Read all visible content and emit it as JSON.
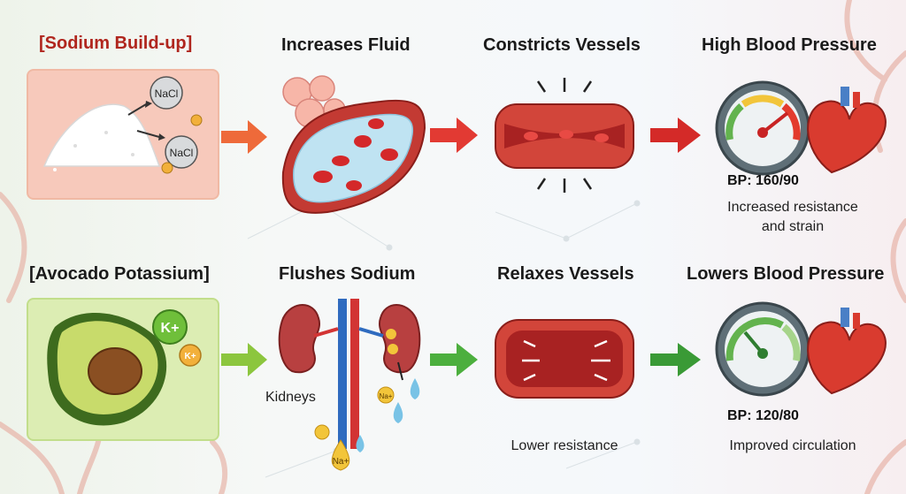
{
  "top_row": {
    "step1_title": "[Sodium Build-up]",
    "step2_title": "Increases Fluid",
    "step3_title": "Constricts Vessels",
    "step4_title": "High Blood Pressure",
    "molecule_1": "NaCl",
    "molecule_2": "NaCl",
    "bp_reading": "BP: 160/90",
    "outcome_line1": "Increased resistance",
    "outcome_line2": "and strain"
  },
  "bottom_row": {
    "step1_title": "[Avocado Potassium]",
    "step2_title": "Flushes Sodium",
    "step3_title": "Relaxes Vessels",
    "step4_title": "Lowers Blood Pressure",
    "ion_big": "K+",
    "ion_small": "K+",
    "kidneys_label": "Kidneys",
    "na_label": "Na+",
    "vessel_caption": "Lower resistance",
    "bp_reading": "BP: 120/80",
    "outcome": "Improved circulation"
  },
  "colors": {
    "danger_red": "#d93a2b",
    "title_red": "#b0261e",
    "safe_green": "#4caf3e",
    "salt_panel": "#f7c9bb",
    "avocado_panel": "#dcedb3"
  }
}
